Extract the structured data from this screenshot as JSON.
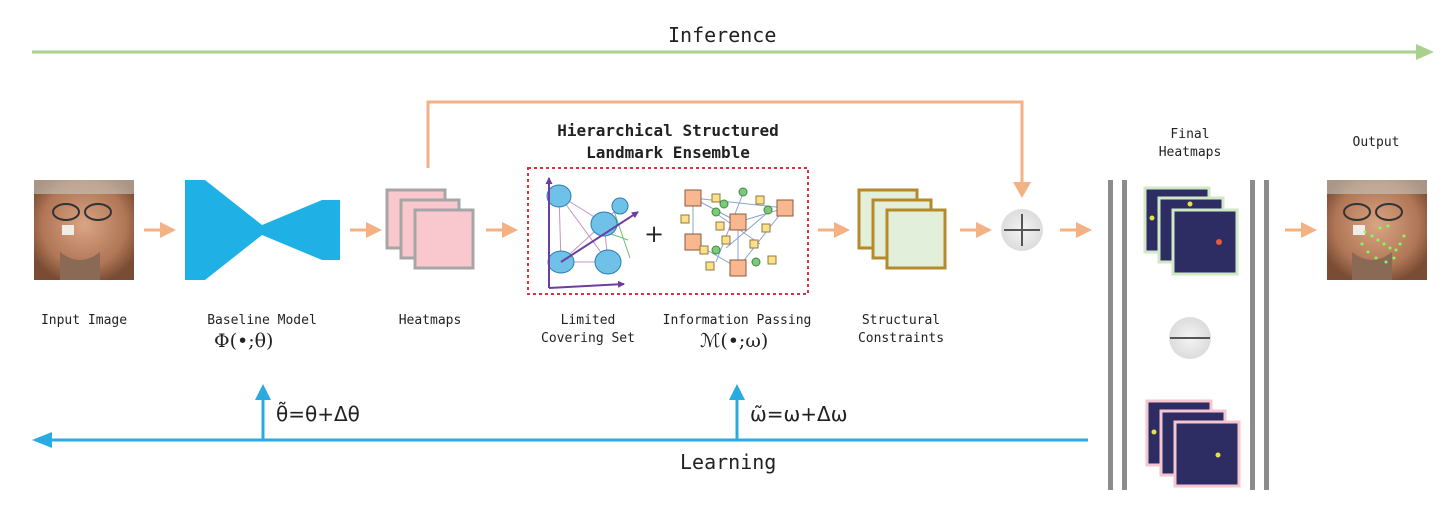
{
  "labels": {
    "inference": "Inference",
    "learning": "Learning",
    "input_image": "Input Image",
    "baseline_model": "Baseline Model",
    "baseline_symbol": "Φ(•;θ)",
    "heatmaps": "Heatmaps",
    "limited_covering_line1": "Limited",
    "limited_covering_line2": "Covering Set",
    "information_passing": "Information Passing",
    "info_symbol": "ℳ(•;ω)",
    "structural_line1": "Structural",
    "structural_line2": "Constraints",
    "final_heatmaps_line1": "Final",
    "final_heatmaps_line2": "Heatmaps",
    "output": "Output",
    "ensemble_title_line1": "Hierarchical Structured",
    "ensemble_title_line2": "Landmark Ensemble",
    "theta_update": "θ̃=θ+Δθ",
    "omega_update": "ω̃=ω+Δω",
    "plus": "+"
  },
  "colors": {
    "inference_arrow": "#a9d18e",
    "learning_arrow": "#29abe2",
    "flow_arrow": "#f4b183",
    "network": "#1fb0e6",
    "heatmap_fill": "#f9c8cf",
    "heatmap_border": "#a6a6a6",
    "structural_fill": "#e2efda",
    "structural_border": "#b58a2a",
    "final_dark": "#2d2d63",
    "final_green_border": "#cfe8c6",
    "final_pink_border": "#f4c6d0",
    "ensemble_box": "#e0303c"
  },
  "icons": [
    "face-input-icon",
    "face-output-icon",
    "sum-icon",
    "minus-icon",
    "covering-set-graph-icon",
    "information-graph-icon"
  ]
}
